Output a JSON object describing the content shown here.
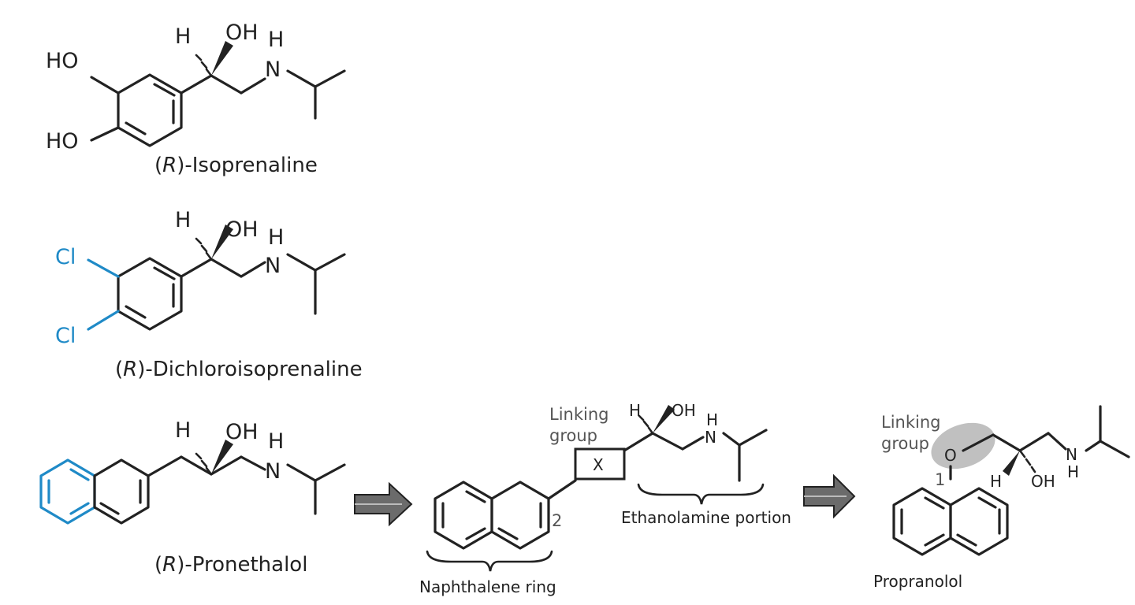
{
  "molecules": {
    "isoprenaline": {
      "name_prefix": "(",
      "name_italic": "R",
      "name_rest": ")-Isoprenaline",
      "sub1": "HO",
      "sub2": "HO"
    },
    "dichloro": {
      "name_prefix": "(",
      "name_italic": "R",
      "name_rest": ")-Dichloroisoprenaline",
      "sub1": "Cl",
      "sub2": "Cl"
    },
    "pronethalol": {
      "name_prefix": "(",
      "name_italic": "R",
      "name_rest": ")-Pronethalol"
    },
    "propranolol": {
      "name": "Propranolol"
    }
  },
  "atoms": {
    "H": "H",
    "OH": "OH",
    "N": "N",
    "O": "O"
  },
  "labels": {
    "linking_group_line1": "Linking",
    "linking_group_line2": "group",
    "x_box": "X",
    "position_2": "2",
    "position_1": "1",
    "ethanolamine": "Ethanolamine portion",
    "naphthalene": "Naphthalene ring"
  },
  "colors": {
    "highlight": "#1f8ac7",
    "arrow": "#6b6b6b",
    "oval": "#b5b5b5"
  }
}
